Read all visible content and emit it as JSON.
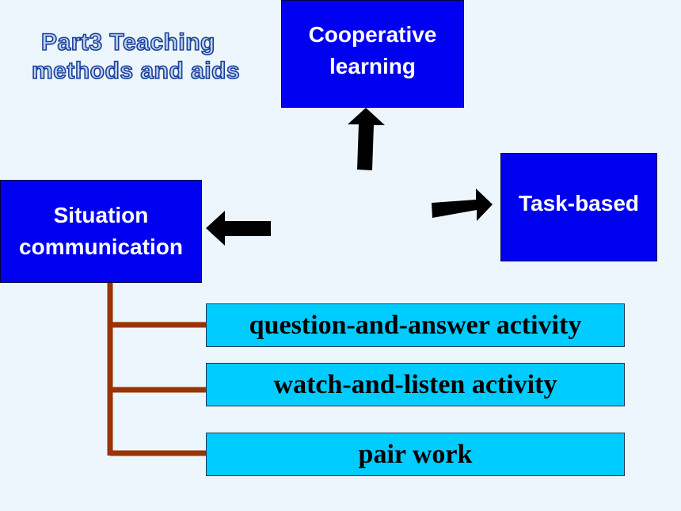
{
  "title": {
    "line1": "Part3 Teaching",
    "line2": "methods and aids"
  },
  "boxes": {
    "cooperative": {
      "line1": "Cooperative",
      "line2": "learning"
    },
    "task": {
      "line1": "Task-based"
    },
    "situation": {
      "line1": "Situation",
      "line2": "communication"
    }
  },
  "activities": [
    "question-and-answer activity",
    "watch-and-listen activity",
    "pair work"
  ],
  "colors": {
    "background": "#eef6fd",
    "method_box": "#0000f0",
    "activity_box": "#00ccff",
    "connector": "#993300",
    "arrow": "#000000"
  }
}
